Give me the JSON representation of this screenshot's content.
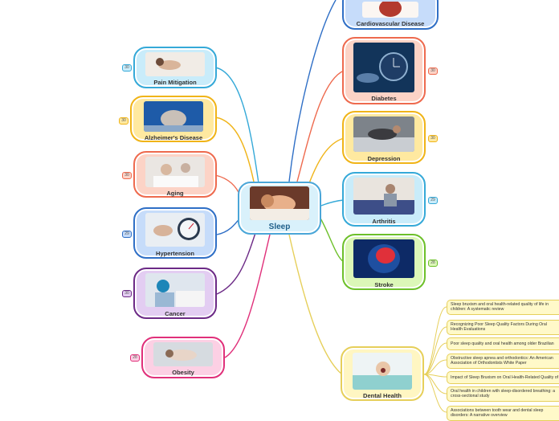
{
  "central": {
    "label": "Sleep",
    "color": "#4aa6d8",
    "fill": "#d9f1fb"
  },
  "left_branches": [
    {
      "id": "pain",
      "label": "Pain Mitigation",
      "badge": "30",
      "color": "#35a9d8",
      "fill": "#c9ecfa"
    },
    {
      "id": "alz",
      "label": "Alzheimer's Disease",
      "badge": "30",
      "color": "#f0b418",
      "fill": "#ffe9a0"
    },
    {
      "id": "aging",
      "label": "Aging",
      "badge": "30",
      "color": "#ee6a4e",
      "fill": "#fcd3c6"
    },
    {
      "id": "hyper",
      "label": "Hypertension",
      "badge": "29",
      "color": "#2f6fc6",
      "fill": "#c6dcfa"
    },
    {
      "id": "cancer",
      "label": "Cancer",
      "badge": "30",
      "color": "#6c2a86",
      "fill": "#e3cdf2"
    },
    {
      "id": "obesity",
      "label": "Obesity",
      "badge": "28",
      "color": "#e0307a",
      "fill": "#fcd0e4"
    }
  ],
  "right_branches": [
    {
      "id": "cardio",
      "label": "Cardiovascular Disease",
      "badge": "",
      "color": "#2f6fc6",
      "fill": "#c6dcfa"
    },
    {
      "id": "diabetes",
      "label": "Diabetes",
      "badge": "30",
      "color": "#ee6a4e",
      "fill": "#fcd3c6"
    },
    {
      "id": "depression",
      "label": "Depression",
      "badge": "30",
      "color": "#f0b418",
      "fill": "#ffe9a0"
    },
    {
      "id": "arthritis",
      "label": "Arthritis",
      "badge": "29",
      "color": "#35a9d8",
      "fill": "#c9ecfa"
    },
    {
      "id": "stroke",
      "label": "Stroke",
      "badge": "28",
      "color": "#6dc02a",
      "fill": "#dcf7b8"
    },
    {
      "id": "dental",
      "label": "Dental Health",
      "badge": "",
      "color": "#e6cf5a",
      "fill": "#fff6c2"
    }
  ],
  "dental_refs": [
    "Sleep bruxism and oral health-related quality of life in children: A systematic review",
    "Recognizing Poor Sleep Quality Factors During Oral Health Evaluations",
    "Poor sleep quality and oral health among older Brazilian adults",
    "Obstructive sleep apnea and orthodontics: An American Association of Orthodontists White Paper",
    "Impact of Sleep Bruxism on Oral Health-Related Quality of Life",
    "Oral health in children with sleep-disordered breathing: a cross-sectional study",
    "Associations between tooth wear and dental sleep disorders: A narrative overview"
  ]
}
